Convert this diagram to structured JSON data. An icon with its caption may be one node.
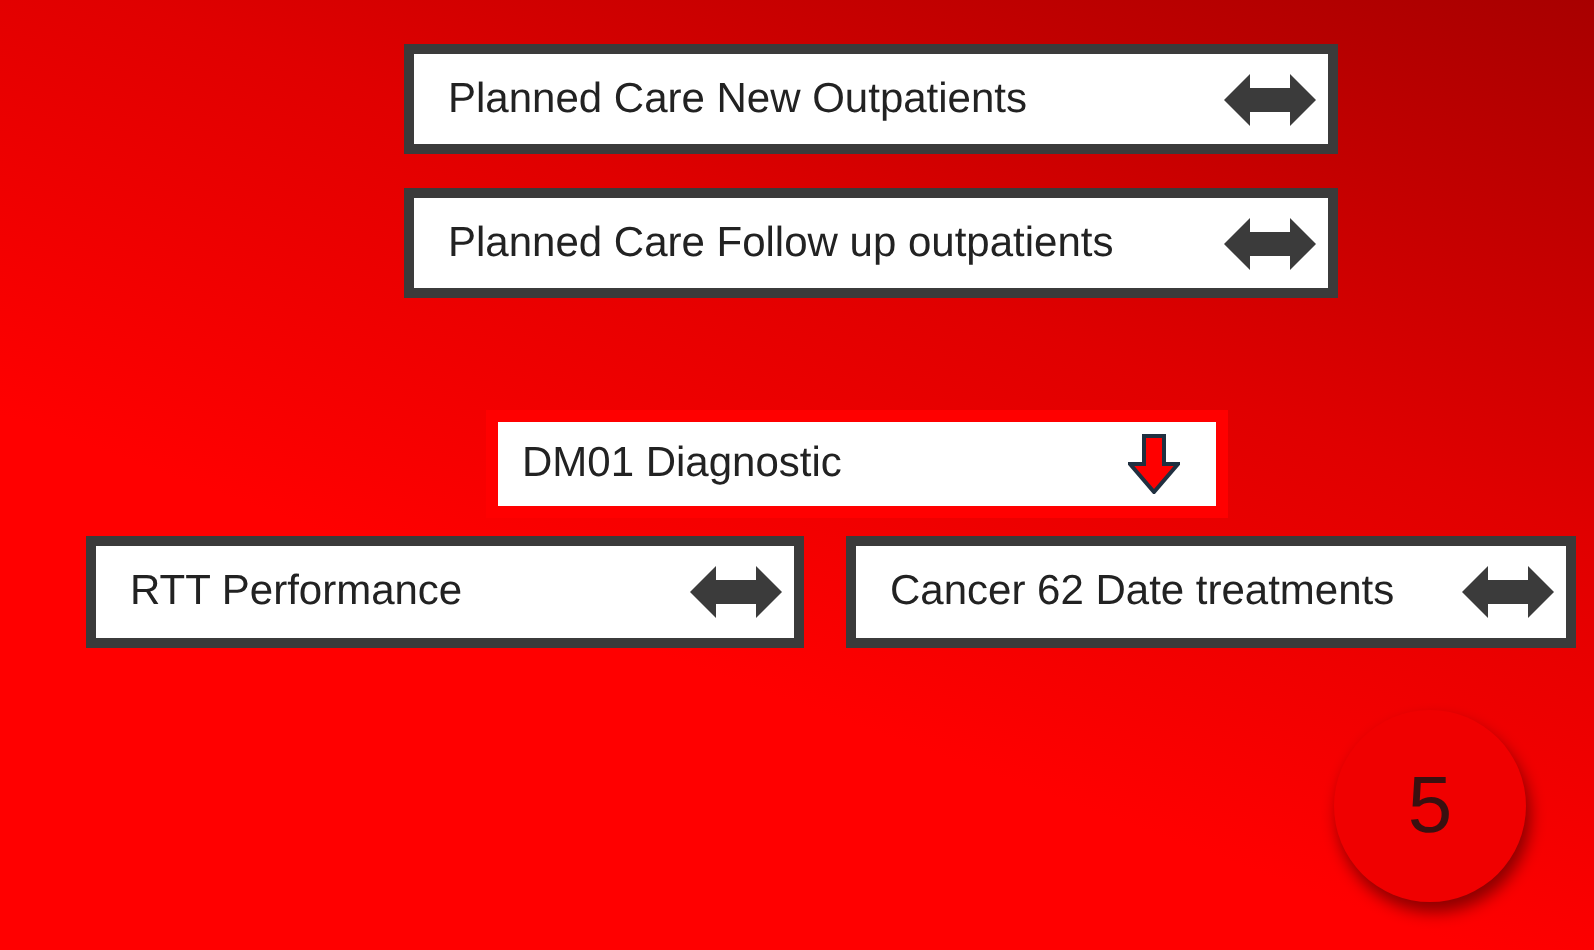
{
  "diagram": {
    "nodes": [
      {
        "text": [
          "Planned Care New Outpatients"
        ]
      },
      {
        "text": [
          "Planned Care Follow up outpatients"
        ]
      },
      {
        "text": [
          "DM01  Diagnostic"
        ]
      },
      {
        "text": [
          "RTT Performance"
        ]
      },
      {
        "text": [
          "Cancer 62 Date treatments"
        ]
      },
      {
        "text": [
          "5"
        ]
      }
    ]
  }
}
